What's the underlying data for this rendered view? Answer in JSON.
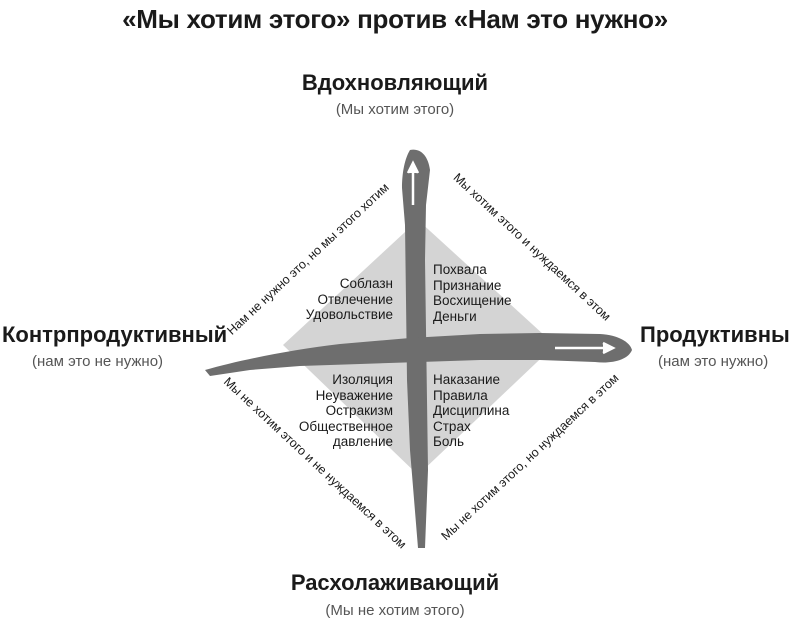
{
  "title": "«Мы хотим этого» против «Нам это нужно»",
  "axes": {
    "top": {
      "name": "Вдохновляющий",
      "sub": "(Мы хотим этого)"
    },
    "bottom": {
      "name": "Расхолаживающий",
      "sub": "(Мы не хотим этого)"
    },
    "left": {
      "name": "Контрпродуктивный",
      "sub": "(нам это не нужно)"
    },
    "right": {
      "name": "Продуктивный",
      "sub": "(нам это нужно)"
    }
  },
  "quadrants": {
    "top_left": [
      "Соблазн",
      "Отвлечение",
      "Удовольствие"
    ],
    "top_right": [
      "Похвала",
      "Признание",
      "Восхищение",
      "Деньги"
    ],
    "bottom_left": [
      "Изоляция",
      "Неуважение",
      "Остракизм",
      "Общественное",
      "давление"
    ],
    "bottom_right": [
      "Наказание",
      "Правила",
      "Дисциплина",
      "Страх",
      "Боль"
    ]
  },
  "diagonals": {
    "top_left": "Нам не нужно это, но мы этого хотим",
    "top_right": "Мы хотим этого и нуждаемся в этом",
    "bottom_left": "Мы не хотим этого и не нуждаемся в этом",
    "bottom_right": "Мы не хотим этого, но нуждаемся в этом"
  },
  "colors": {
    "diamond": "#d4d4d4",
    "stroke": "#6e6e6e",
    "arrow": "#ffffff"
  }
}
